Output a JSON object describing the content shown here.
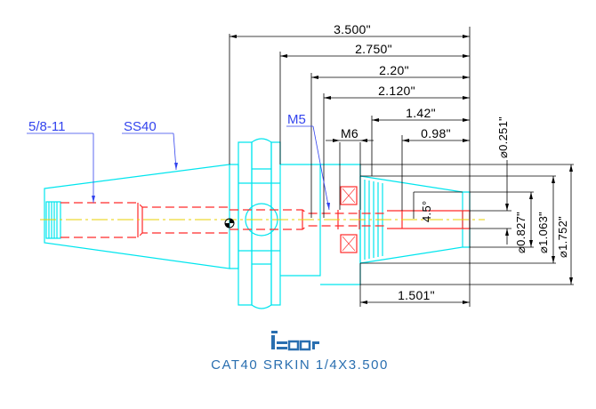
{
  "dimensions": {
    "overall_length": "3.500\"",
    "length_2750": "2.750\"",
    "length_220": "2.20\"",
    "length_2120": "2.120\"",
    "length_142": "1.42\"",
    "length_098": "0.98\"",
    "length_1501": "1.501\"",
    "thread_m6": "M6",
    "angle": "4.5°",
    "dia_0251": "⌀0.251\"",
    "dia_0827": "⌀0.827\"",
    "dia_1063": "⌀1.063\"",
    "dia_1752": "⌀1.752\""
  },
  "callouts": {
    "thread": "5/8-11",
    "taper": "SS40",
    "screw": "M5"
  },
  "logo": "iscar",
  "title": "CAT40  SRKIN  1/4X3.500",
  "colors": {
    "outline": "#00e5ee",
    "centerline": "#e8d000",
    "hidden": "#ff2a2a",
    "dimension": "#000000",
    "callout": "#3344ee",
    "title": "#2a6fb0"
  }
}
